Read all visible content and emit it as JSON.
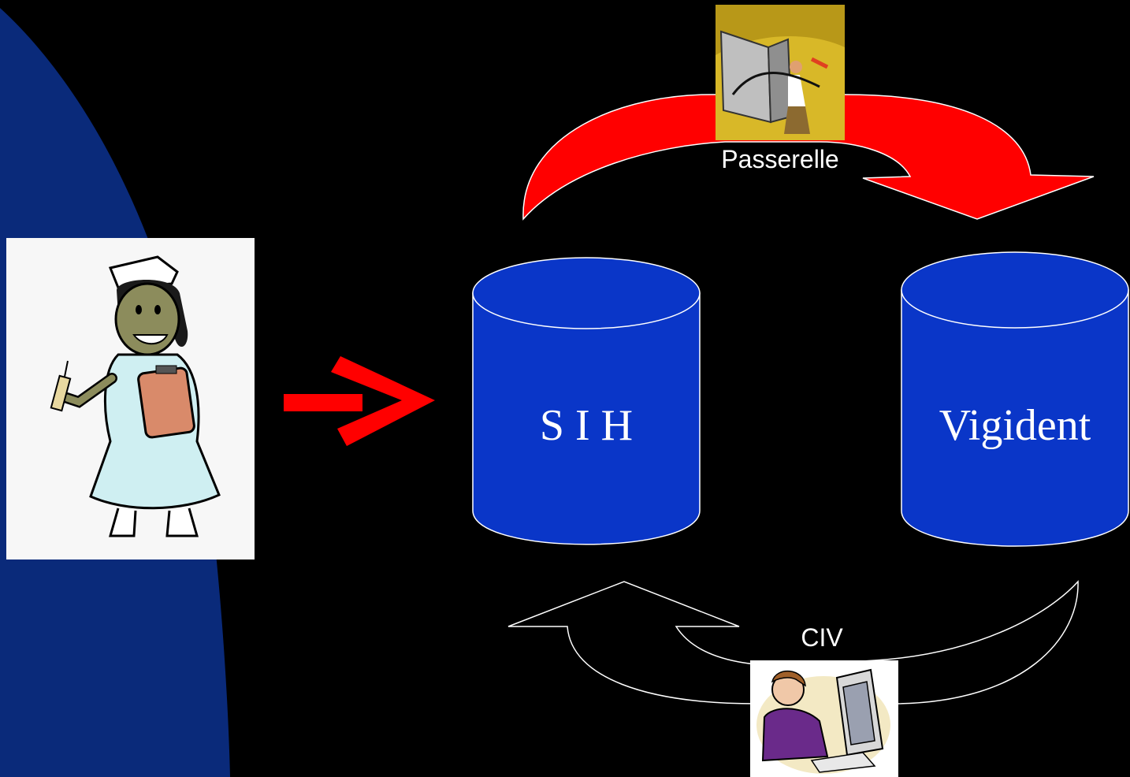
{
  "databases": {
    "left": {
      "label": "S I H"
    },
    "right": {
      "label": "Vigident"
    }
  },
  "connectors": {
    "top": {
      "label": "Passerelle"
    },
    "bottom": {
      "label": "CIV"
    }
  },
  "colors": {
    "background": "#000000",
    "side_panel": "#0a2a7a",
    "cylinder": "#0a36c8",
    "top_arrow": "#ff0000",
    "bottom_arrow": "#000000",
    "input_arrow": "#ff0000"
  },
  "icons": {
    "nurse": "nurse-clipart-icon",
    "gateway": "gateway-connector-icon",
    "operator": "operator-computer-icon"
  }
}
